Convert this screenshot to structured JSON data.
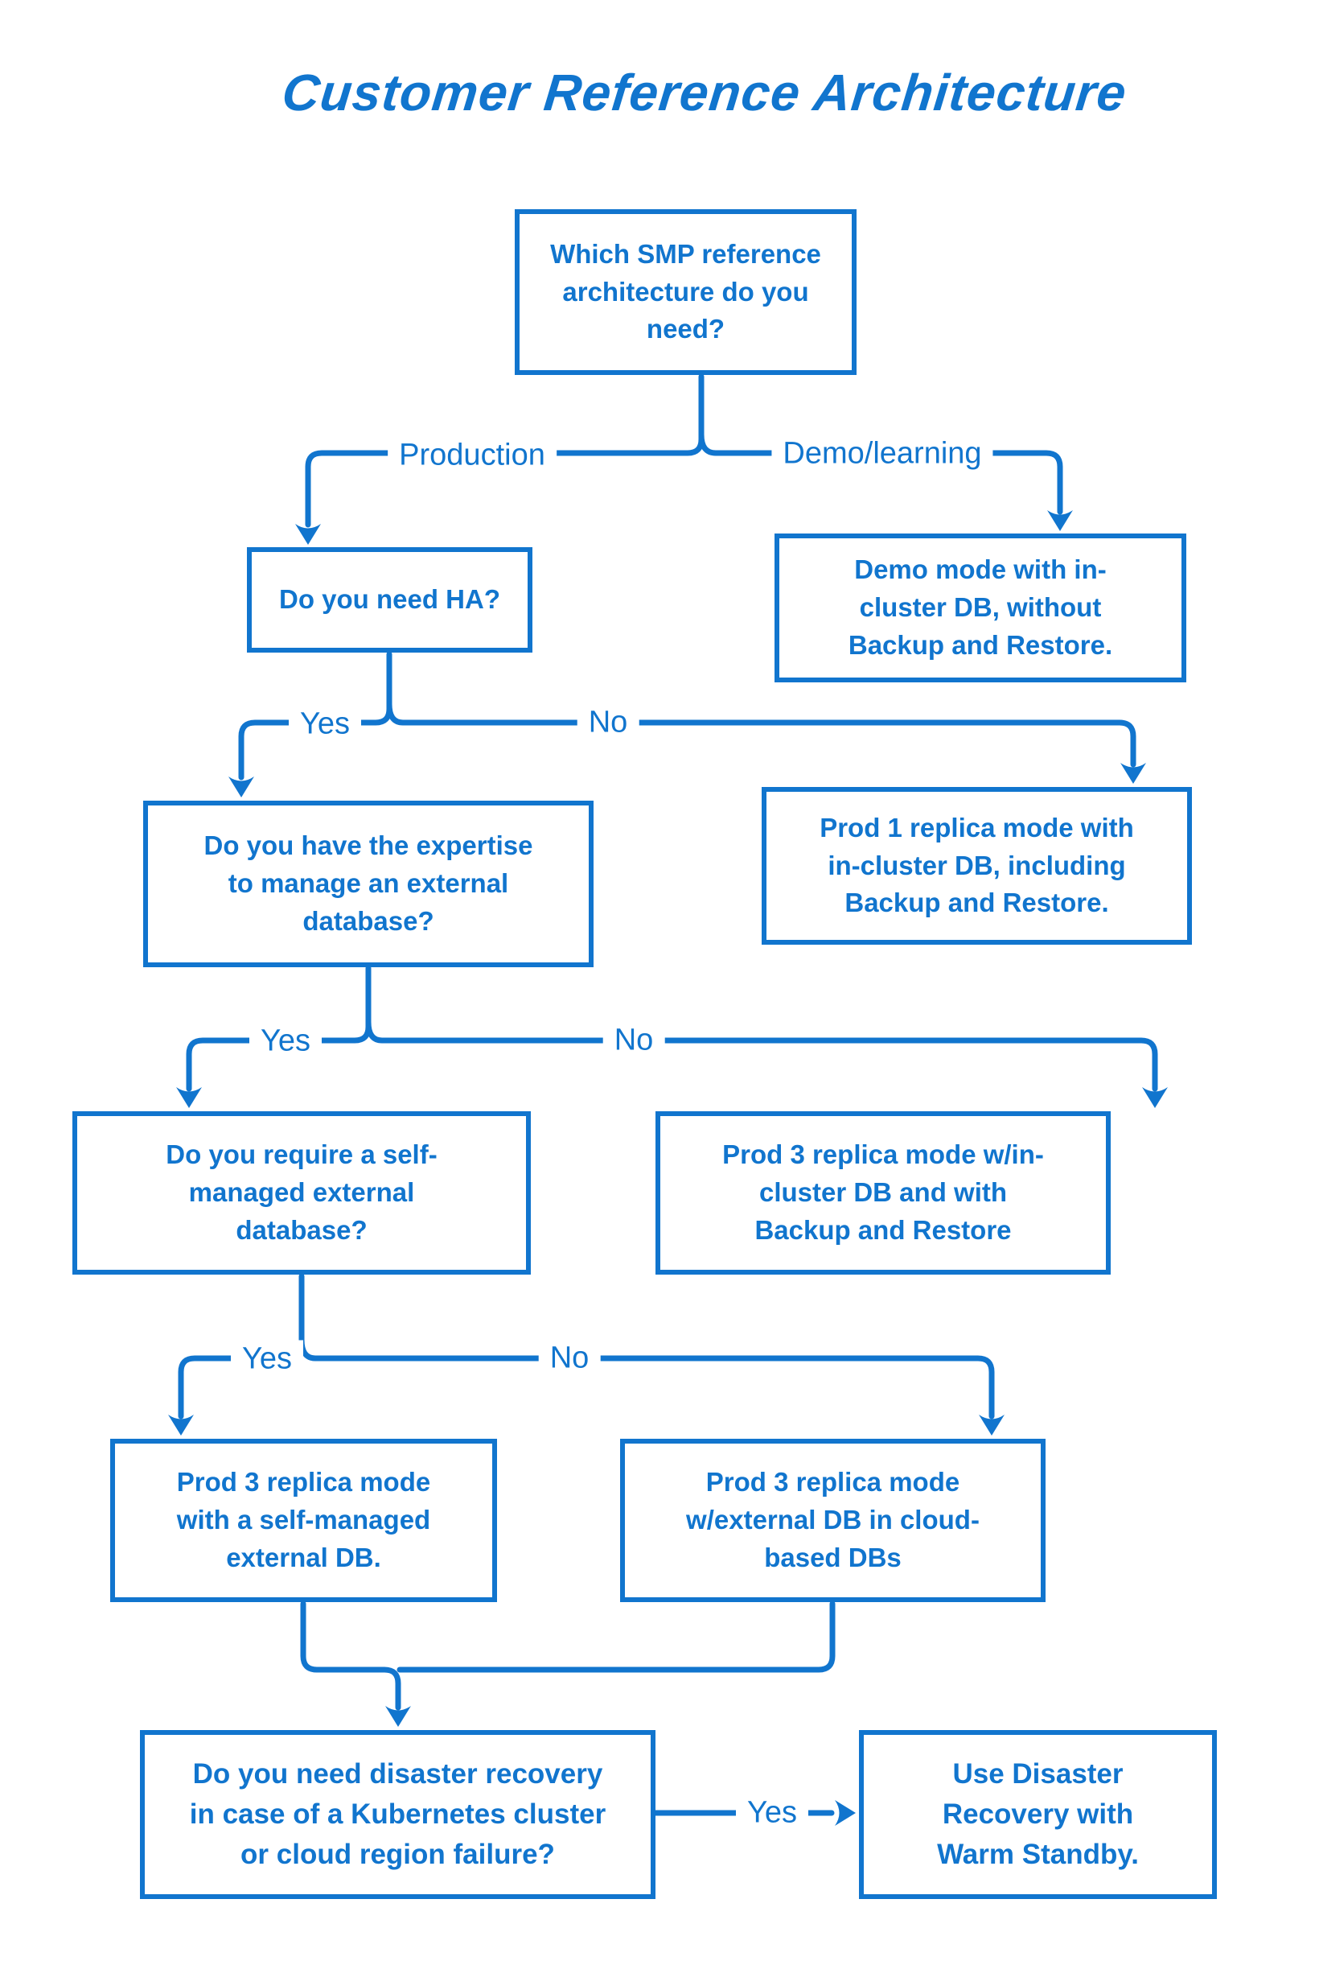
{
  "title": "Customer Reference Architecture",
  "colors": {
    "accent": "#1175CE",
    "background": "#FFFFFF"
  },
  "nodes": {
    "q_architecture": "Which SMP reference\narchitecture do you\nneed?",
    "q_ha": "Do you need HA?",
    "r_demo": "Demo mode with in-\ncluster DB, without\nBackup and Restore.",
    "q_expertise": "Do you have the expertise\nto manage an external\ndatabase?",
    "r_prod1": "Prod 1 replica mode with\nin-cluster DB, including\nBackup and Restore.",
    "q_self_managed": "Do you require a self-\nmanaged external\ndatabase?",
    "r_prod3_incluster": "Prod 3 replica mode w/in-\ncluster DB and with\nBackup and Restore",
    "r_prod3_self": "Prod 3 replica mode\nwith a self-managed\nexternal DB.",
    "r_prod3_cloud": "Prod 3 replica mode\nw/external DB in cloud-\nbased DBs",
    "q_dr": "Do you need disaster recovery\nin case of a Kubernetes cluster\nor cloud region failure?",
    "r_warm_standby": "Use Disaster\nRecovery with\nWarm Standby."
  },
  "edge_labels": {
    "production": "Production",
    "demo_learning": "Demo/learning",
    "ha_yes": "Yes",
    "ha_no": "No",
    "expertise_yes": "Yes",
    "expertise_no": "No",
    "self_managed_yes": "Yes",
    "self_managed_no": "No",
    "dr_yes": "Yes"
  }
}
